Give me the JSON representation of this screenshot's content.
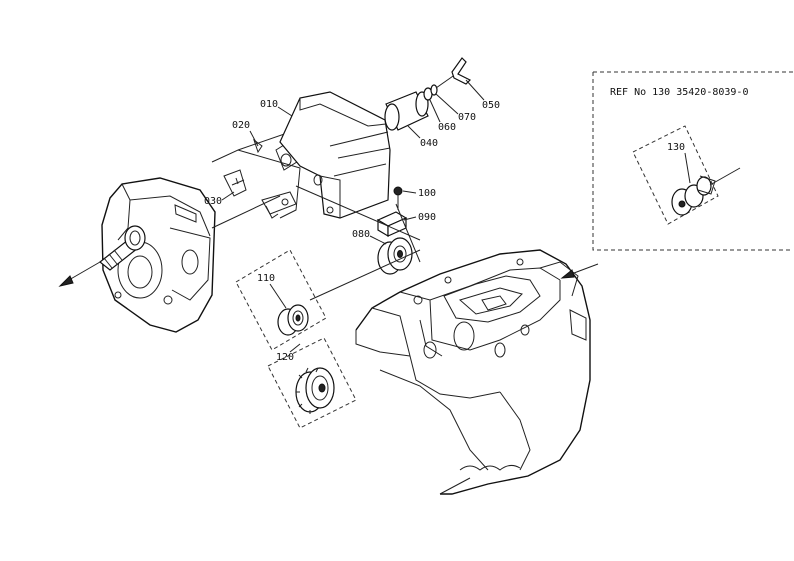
{
  "reference": "REF No 130 35420-8039-0",
  "labels": {
    "p010": "010",
    "p020": "020",
    "p030": "030",
    "p040": "040",
    "p050": "050",
    "p060": "060",
    "p070": "070",
    "p080": "080",
    "p090": "090",
    "p100": "100",
    "p110": "110",
    "p120": "120",
    "p130": "130"
  }
}
